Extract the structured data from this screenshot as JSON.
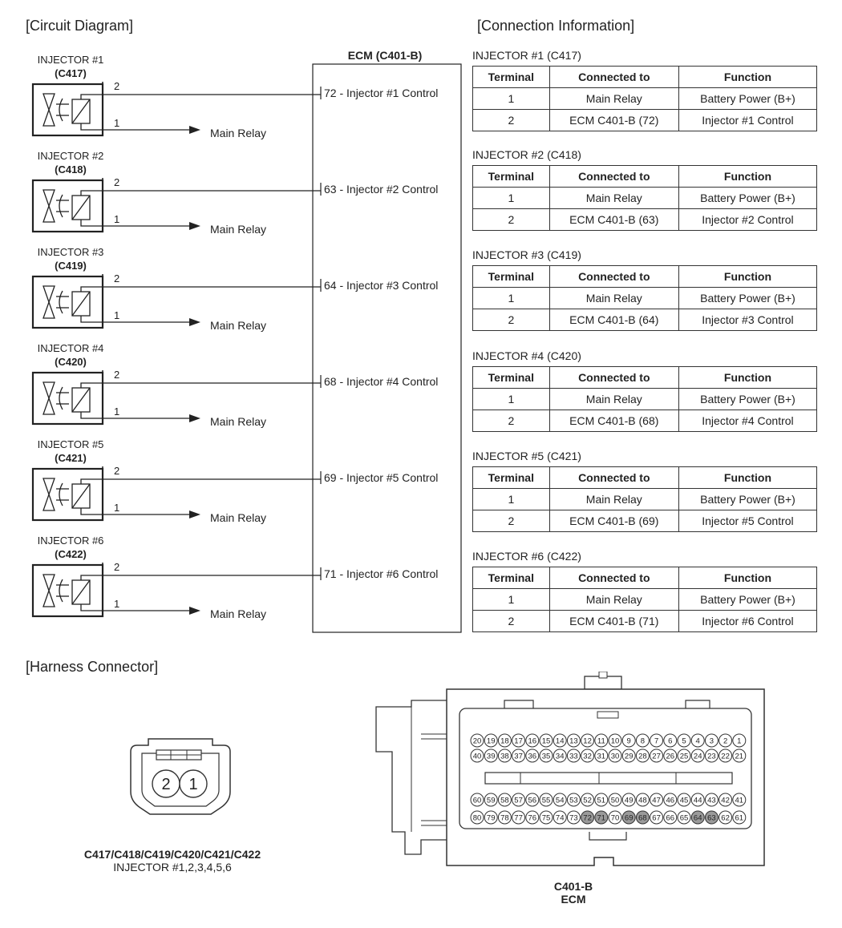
{
  "sections": {
    "circuit": "[Circuit Diagram]",
    "connection": "[Connection Information]",
    "harness": "[Harness Connector]"
  },
  "ecm_title": "ECM (C401-B)",
  "injectors": [
    {
      "name": "INJECTOR #1",
      "connector": "(C417)",
      "ecm_label": "72 - Injector #1 Control",
      "pin_top": "2",
      "pin_bottom": "1",
      "relay_label": "Main Relay"
    },
    {
      "name": "INJECTOR #2",
      "connector": "(C418)",
      "ecm_label": "63 - Injector #2 Control",
      "pin_top": "2",
      "pin_bottom": "1",
      "relay_label": "Main Relay"
    },
    {
      "name": "INJECTOR #3",
      "connector": "(C419)",
      "ecm_label": "64 - Injector #3 Control",
      "pin_top": "2",
      "pin_bottom": "1",
      "relay_label": "Main Relay"
    },
    {
      "name": "INJECTOR #4",
      "connector": "(C420)",
      "ecm_label": "68 - Injector #4 Control",
      "pin_top": "2",
      "pin_bottom": "1",
      "relay_label": "Main Relay"
    },
    {
      "name": "INJECTOR #5",
      "connector": "(C421)",
      "ecm_label": "69 - Injector #5 Control",
      "pin_top": "2",
      "pin_bottom": "1",
      "relay_label": "Main Relay"
    },
    {
      "name": "INJECTOR #6",
      "connector": "(C422)",
      "ecm_label": "71 - Injector #6 Control",
      "pin_top": "2",
      "pin_bottom": "1",
      "relay_label": "Main Relay"
    }
  ],
  "tables": {
    "headers": [
      "Terminal",
      "Connected to",
      "Function"
    ],
    "items": [
      {
        "title": "INJECTOR #1 (C417)",
        "rows": [
          [
            "1",
            "Main Relay",
            "Battery Power (B+)"
          ],
          [
            "2",
            "ECM C401-B (72)",
            "Injector #1 Control"
          ]
        ]
      },
      {
        "title": "INJECTOR #2 (C418)",
        "rows": [
          [
            "1",
            "Main Relay",
            "Battery Power (B+)"
          ],
          [
            "2",
            "ECM C401-B (63)",
            "Injector #2 Control"
          ]
        ]
      },
      {
        "title": "INJECTOR #3 (C419)",
        "rows": [
          [
            "1",
            "Main Relay",
            "Battery Power (B+)"
          ],
          [
            "2",
            "ECM C401-B (64)",
            "Injector #3 Control"
          ]
        ]
      },
      {
        "title": "INJECTOR #4 (C420)",
        "rows": [
          [
            "1",
            "Main Relay",
            "Battery Power (B+)"
          ],
          [
            "2",
            "ECM C401-B (68)",
            "Injector #4 Control"
          ]
        ]
      },
      {
        "title": "INJECTOR #5 (C421)",
        "rows": [
          [
            "1",
            "Main Relay",
            "Battery Power (B+)"
          ],
          [
            "2",
            "ECM C401-B (69)",
            "Injector #5 Control"
          ]
        ]
      },
      {
        "title": "INJECTOR #6 (C422)",
        "rows": [
          [
            "1",
            "Main Relay",
            "Battery Power (B+)"
          ],
          [
            "2",
            "ECM C401-B (71)",
            "Injector #6 Control"
          ]
        ]
      }
    ]
  },
  "injector_connector": {
    "pins": [
      "2",
      "1"
    ],
    "caption_code": "C417/C418/C419/C420/C421/C422",
    "caption_name": "INJECTOR #1,2,3,4,5,6"
  },
  "ecm_connector": {
    "rows": [
      [
        "20",
        "19",
        "18",
        "17",
        "16",
        "15",
        "14",
        "13",
        "12",
        "11",
        "10",
        "9",
        "8",
        "7",
        "6",
        "5",
        "4",
        "3",
        "2",
        "1"
      ],
      [
        "40",
        "39",
        "38",
        "37",
        "36",
        "35",
        "34",
        "33",
        "32",
        "31",
        "30",
        "29",
        "28",
        "27",
        "26",
        "25",
        "24",
        "23",
        "22",
        "21"
      ],
      [
        "60",
        "59",
        "58",
        "57",
        "56",
        "55",
        "54",
        "53",
        "52",
        "51",
        "50",
        "49",
        "48",
        "47",
        "46",
        "45",
        "44",
        "43",
        "42",
        "41"
      ],
      [
        "80",
        "79",
        "78",
        "77",
        "76",
        "75",
        "74",
        "73",
        "72",
        "71",
        "70",
        "69",
        "68",
        "67",
        "66",
        "65",
        "64",
        "63",
        "62",
        "61"
      ]
    ],
    "highlighted": [
      "72",
      "71",
      "69",
      "68",
      "64",
      "63"
    ],
    "caption_code": "C401-B",
    "caption_name": "ECM"
  }
}
